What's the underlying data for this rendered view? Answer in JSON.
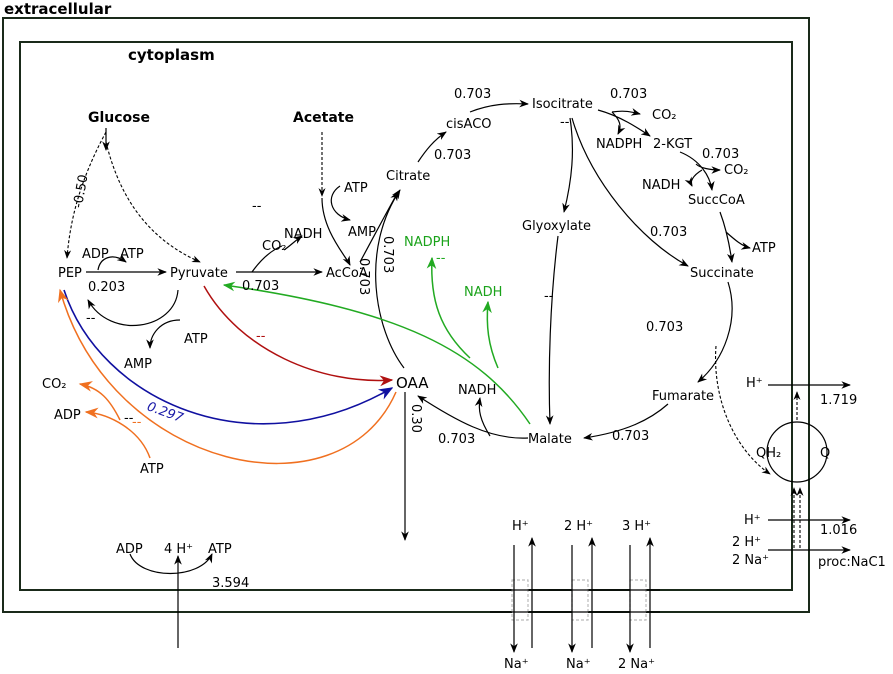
{
  "regions": {
    "extracellular": "extracellular",
    "cytoplasm": "cytoplasm"
  },
  "metabolites": {
    "glucose": "Glucose",
    "acetate": "Acetate",
    "pep": "PEP",
    "pyruvate": "Pyruvate",
    "accoa": "AcCoA",
    "citrate": "Citrate",
    "cisaco": "cisACO",
    "isocitrate": "Isocitrate",
    "kgt": "2-KGT",
    "succcoa": "SuccCoA",
    "succinate": "Succinate",
    "fumarate": "Fumarate",
    "malate": "Malate",
    "oaa": "OAA",
    "glyoxylate": "Glyoxylate"
  },
  "cofactors": {
    "adp_pep": "ADP",
    "atp_pep": "ATP",
    "co2_pyr": "CO₂",
    "nadh_pyr": "NADH",
    "atp_acetate": "ATP",
    "amp_acetate": "AMP",
    "atp_pyr_bottom": "ATP",
    "amp_pyr_bottom": "AMP",
    "co2_left": "CO₂",
    "adp_left": "ADP",
    "atp_left": "ATP",
    "co2_isocit": "CO₂",
    "nadph_isocit": "NADPH",
    "co2_kgt": "CO₂",
    "nadh_kgt": "NADH",
    "atp_succ": "ATP",
    "nadph_green": "NADPH",
    "nadh_green": "NADH",
    "nadh_malate": "NADH",
    "h_fum": "H⁺",
    "qh2": "QH₂",
    "q": "Q",
    "h_lower": "H⁺",
    "h2_lower": "2 H⁺",
    "na2_lower": "2 Na⁺",
    "adp_synth": "ADP",
    "h4_synth": "4 H⁺",
    "atp_synth": "ATP",
    "h_anti1": "H⁺",
    "h_anti2": "2 H⁺",
    "h_anti3": "3 H⁺",
    "na_anti1": "Na⁺",
    "na_anti2": "Na⁺",
    "na_anti3": "2 Na⁺",
    "proc_nacl": "proc:NaC1"
  },
  "fluxes": {
    "glc_pep": "-0.50",
    "pep_pyr": "0.203",
    "pyr_accoa": "0.703",
    "accoa_cit": "0.703",
    "cit_cisaco": "0.703",
    "cisaco_isocit": "0.703",
    "isocit_kgt": "0.703",
    "kgt_succcoa": "0.703",
    "succcoa_succ": "0.703",
    "succ_fum": "0.703",
    "fum_mal": "0.703",
    "mal_oaa": "0.703",
    "oaa_cit": "0.703",
    "pep_oaa": "0.297",
    "oaa_out": "0.30",
    "h_top": "1.719",
    "h_bottom": "1.016",
    "atp_synthase": "3.594",
    "dash1": "--",
    "dash2": "--",
    "dash3": "--",
    "dash_red": "--",
    "dash_orange": "--",
    "dash_green": "--",
    "dash_glyox": "--",
    "dash_isocit": "--"
  }
}
